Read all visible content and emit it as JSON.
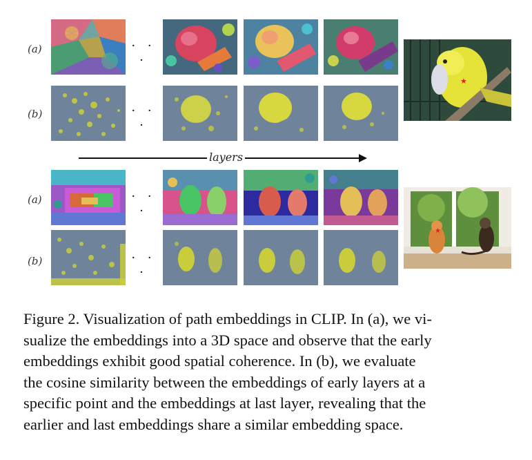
{
  "figure": {
    "row_labels": [
      "(a)",
      "(b)",
      "(a)",
      "(b)"
    ],
    "ellipsis": "· · ·",
    "arrow_label": "layers",
    "top_group": {
      "subject": "parrot",
      "embed_colors": [
        "#d46a84",
        "#4b9b73",
        "#e0c84c",
        "#7a5fb4",
        "#3a7fbf",
        "#e25c3b"
      ],
      "similarity_base": "#6f849a",
      "similarity_highlight": "#d7d840"
    },
    "bottom_group": {
      "subject": "cat",
      "embed_colors": [
        "#c95bd6",
        "#48c464",
        "#e4be56",
        "#d85c4d",
        "#6078d4",
        "#2f9c8f"
      ],
      "similarity_base": "#6f849a",
      "similarity_highlight": "#c9cc3b"
    },
    "marker_color": "#e32020"
  },
  "caption": {
    "lines": [
      "Figure 2. Visualization of path embeddings in CLIP. In (a), we vi-",
      "sualize the embeddings into a 3D space and observe that the early",
      "embeddings exhibit good spatial coherence.  In (b), we evaluate",
      "the cosine similarity between the embeddings of early layers at a",
      "specific point and the embeddings at last layer, revealing that the",
      "earlier and last embeddings share a similar embedding space."
    ]
  }
}
